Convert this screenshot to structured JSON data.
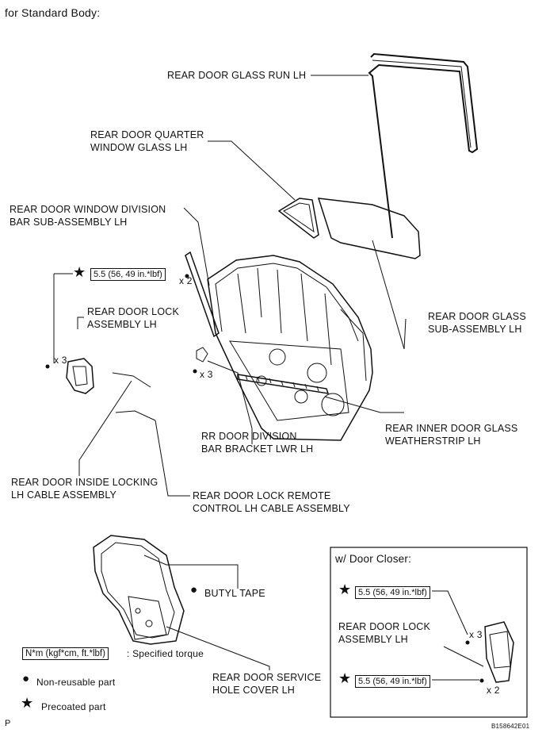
{
  "header": {
    "title": "for Standard Body:"
  },
  "parts": {
    "glass_run": "REAR DOOR GLASS RUN LH",
    "quarter_glass": [
      "REAR DOOR QUARTER",
      "WINDOW GLASS LH"
    ],
    "division_bar": [
      "REAR DOOR WINDOW DIVISION",
      "BAR SUB-ASSEMBLY LH"
    ],
    "door_glass": [
      "REAR DOOR GLASS",
      "SUB-ASSEMBLY LH"
    ],
    "door_lock": [
      "REAR DOOR LOCK",
      "ASSEMBLY LH"
    ],
    "division_bracket": [
      "RR DOOR DIVISION",
      "BAR BRACKET LWR LH"
    ],
    "inner_weatherstrip": [
      "REAR INNER DOOR GLASS",
      "WEATHERSTRIP LH"
    ],
    "inside_locking_cable": [
      "REAR DOOR INSIDE LOCKING",
      "LH CABLE ASSEMBLY"
    ],
    "remote_control_cable": [
      "REAR DOOR LOCK REMOTE",
      "CONTROL LH CABLE ASSEMBLY"
    ],
    "butyl_tape": "BUTYL TAPE",
    "service_hole_cover": [
      "REAR DOOR SERVICE",
      "HOLE COVER LH"
    ]
  },
  "torque": {
    "lock_bolt": "5.5 (56, 49 in.*lbf)",
    "closer_bolt_1": "5.5 (56, 49 in.*lbf)",
    "closer_bolt_2": "5.5 (56, 49 in.*lbf)"
  },
  "quantities": {
    "division_bar_screws": "x 2",
    "lock_screws": "x 3",
    "bracket_bolts": "x 3",
    "closer_screws_top": "x 3",
    "closer_screws_bottom": "x 2"
  },
  "inset": {
    "title": "w/ Door Closer:",
    "lock_label": [
      "REAR DOOR LOCK",
      "ASSEMBLY LH"
    ]
  },
  "legend": {
    "torque_unit": "N*m (kgf*cm, ft.*lbf)",
    "torque_desc": ": Specified torque",
    "non_reusable": "Non-reusable part",
    "precoated": "Precoated part"
  },
  "footer": {
    "left": "P",
    "code": "B158642E01"
  }
}
